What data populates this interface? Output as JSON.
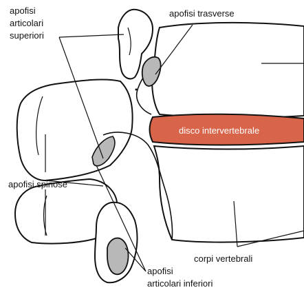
{
  "labels": {
    "apofisi_articolari_superiori": [
      "apofisi",
      "articolari",
      "superiori"
    ],
    "apofisi_trasverse": "apofisi trasverse",
    "disco_intervertebrale": "disco intervertebrale",
    "apofisi_spinose": "apofisi spinose",
    "corpi_vertebrali": "corpi vertebrali",
    "apofisi_articolari_inferiori": [
      "apofisi",
      "articolari inferiori"
    ]
  },
  "colors": {
    "outline": "#111111",
    "disc_fill": "#d8644a",
    "facet_fill": "#b8b8b8",
    "background": "#ffffff"
  }
}
